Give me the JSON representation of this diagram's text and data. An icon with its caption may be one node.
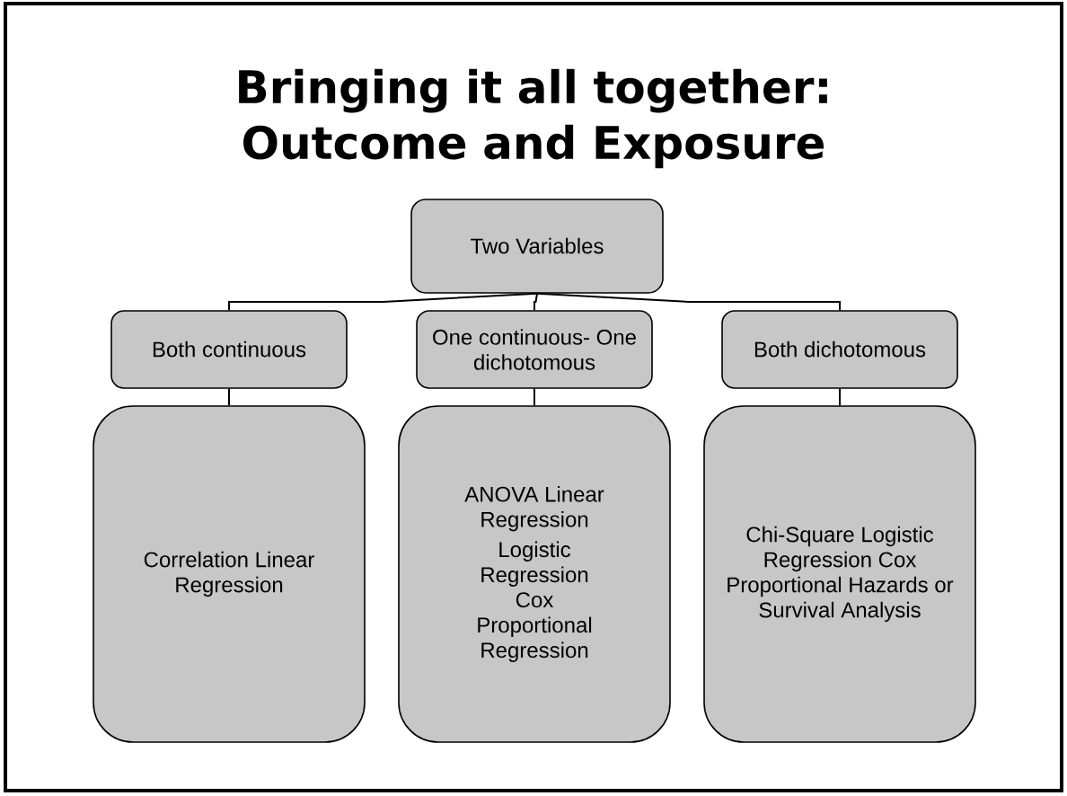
{
  "diagram": {
    "title": "Bringing it all together: Outcome and Exposure",
    "nodes": [
      {
        "text": [
          "Two Variables"
        ]
      },
      {
        "text": [
          "Both continuous"
        ]
      },
      {
        "text": [
          "One continuous- One dichotomous"
        ]
      },
      {
        "text": [
          "Both dichotomous"
        ]
      },
      {
        "text": [
          "Correlation Linear Regression"
        ]
      },
      {
        "text": [
          "ANOVA Linear Regression",
          "Logistic Regression Cox Proportional Regression"
        ]
      },
      {
        "text": [
          "Chi-Square Logistic Regression Cox Proportional Hazards or Survival Analysis"
        ]
      }
    ],
    "edges": [
      {
        "from": 0,
        "to": 1,
        "arrow": "none"
      },
      {
        "from": 0,
        "to": 2,
        "arrow": "none"
      },
      {
        "from": 0,
        "to": 3,
        "arrow": "none"
      },
      {
        "from": 1,
        "to": 4,
        "arrow": "none"
      },
      {
        "from": 2,
        "to": 5,
        "arrow": "none"
      },
      {
        "from": 3,
        "to": 6,
        "arrow": "none"
      }
    ]
  }
}
